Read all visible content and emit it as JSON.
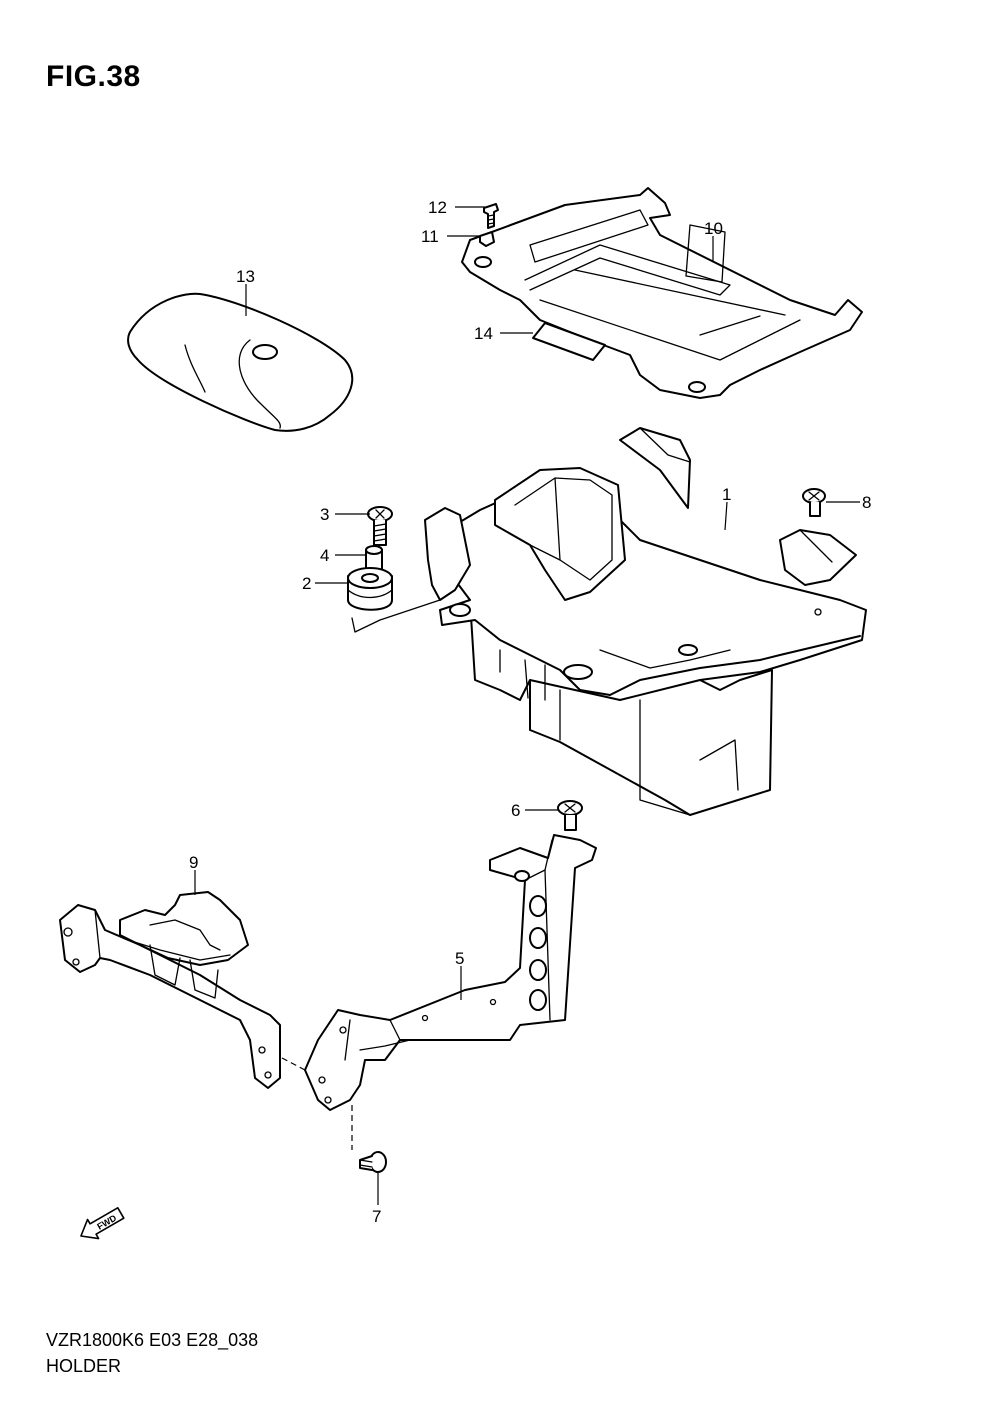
{
  "figure": {
    "title": "FIG.38",
    "model_code": "VZR1800K6 E03 E28_038",
    "section_name": "HOLDER"
  },
  "callouts": {
    "c1": "1",
    "c2": "2",
    "c3": "3",
    "c4": "4",
    "c5": "5",
    "c6": "6",
    "c7": "7",
    "c8": "8",
    "c9": "9",
    "c10": "10",
    "c11": "11",
    "c12": "12",
    "c13": "13",
    "c14": "14"
  },
  "fwd_arrow": {
    "label": "FWD",
    "icon": "fwd-arrow-icon"
  }
}
